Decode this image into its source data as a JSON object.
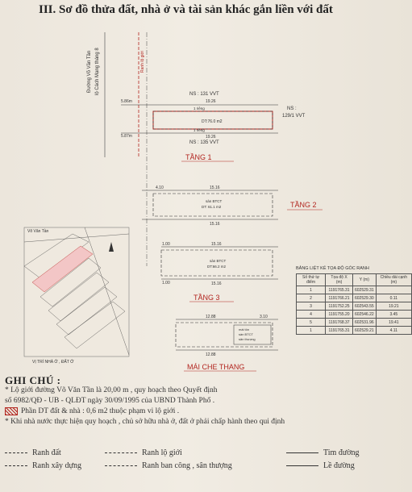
{
  "heading": "III. Sơ đồ thửa đất, nhà ở và tài sản khác gắn liền với đất",
  "labels": {
    "road_name": "Đường Võ Văn Tần",
    "road_sub": "lộ Cách Mạng tháng 8",
    "road_width": "Ranh lộ giới",
    "ns_top": "NS : 131 VVT",
    "ns_right": "NS :",
    "ns_right2": "129/1 VVT",
    "ns_bottom": "NS : 135 VVT",
    "tang1": "TẦNG 1",
    "tang2": "TẦNG 2",
    "tang3": "TẦNG 3",
    "mai_che": "MÁI CHE THANG",
    "vitri": "VỊ TRÍ NHÀ Ở , ĐẤT Ở",
    "dim_1926": "19.26",
    "dim_1926b": "19.26",
    "dim_1516a": "15.16",
    "dim_1516b": "15.16",
    "dim_1516c": "15.16",
    "dim_1516d": "15.16",
    "dim_1288a": "12.88",
    "dim_1288b": "12.88",
    "dim_586": "5.86m",
    "dim_587": "5.87m",
    "dim_410": "4.10",
    "dim_100a": "1.00",
    "dim_100b": "1.00",
    "dim_310": "3.10",
    "room1": "DT:76.0 m2",
    "room2": "sàn BTCT",
    "room2b": "DT: 61.1 m2",
    "room3": "sàn BTCT",
    "room3b": "DT:66.2 m2",
    "mai": "mái tôn",
    "mai2": "sàn BTCT",
    "mai3": "sân thượng",
    "hieng": "1 riêng",
    "map_street": "Võ Văn Tần"
  },
  "notes": {
    "title": "GHI CHÚ :",
    "line1": "* Lộ giới đường Võ Văn Tần  là 20,00 m , quy hoạch theo  Quyết định",
    "line2": "số 6982/QĐ - UB - QLĐT ngày 30/09/1995 của UBND Thành Phố .",
    "line3": "Phần DT  đất & nhà  : 0,6 m2  thuộc phạm vi lộ giới .",
    "line4": "* Khi nhà nước  thực hiện quy hoạch , chủ sở hữu nhà ở, đất ở  phải chấp hành theo qui định"
  },
  "legend": {
    "ranh_dat": "Ranh đất",
    "ranh_xay_dung": "Ranh xây dựng",
    "ranh_lo_gioi": "Ranh lộ giới",
    "ranh_ban_cong": "Ranh  ban công , sân thượng",
    "tim_duong": "Tim đường",
    "le_duong": "Lề đường"
  },
  "coord_table": {
    "title": "BẢNG LIỆT KÊ TỌA ĐỘ GÓC RANH",
    "headers": [
      "Số thứ tự điểm",
      "Tọa độ X (m)",
      "Y (m)",
      "Chiều dài cạnh (m)"
    ],
    "rows": [
      [
        "1",
        "1191765.31",
        "602529.31",
        ""
      ],
      [
        "2",
        "1191766.21",
        "602529.30",
        "0.11"
      ],
      [
        "3",
        "1191752.25",
        "602543.55",
        "19.21"
      ],
      [
        "4",
        "1191755.20",
        "602546.22",
        "3.45"
      ],
      [
        "5",
        "1191768.37",
        "602531.96",
        "19.41"
      ],
      [
        "1",
        "1191765.31",
        "602529.21",
        "4.11"
      ]
    ]
  }
}
